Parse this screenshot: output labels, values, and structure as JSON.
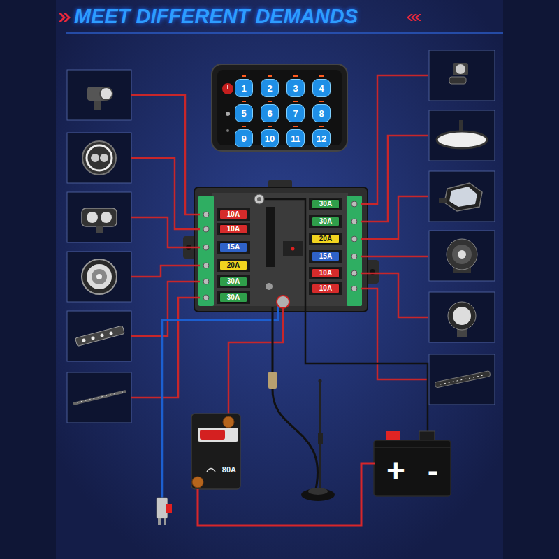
{
  "diagram": {
    "title": "MEET DIFFERENT DEMANDS",
    "nodes": [
      {
        "text": [
          "1"
        ]
      },
      {
        "text": [
          "2"
        ]
      },
      {
        "text": [
          "3"
        ]
      },
      {
        "text": [
          "4"
        ]
      },
      {
        "text": [
          "5"
        ]
      },
      {
        "text": [
          "6"
        ]
      },
      {
        "text": [
          "7"
        ]
      },
      {
        "text": [
          "8"
        ]
      },
      {
        "text": [
          "9"
        ]
      },
      {
        "text": [
          "10"
        ]
      },
      {
        "text": [
          "11"
        ]
      },
      {
        "text": [
          "12"
        ]
      },
      {
        "text": [
          "10A"
        ]
      },
      {
        "text": [
          "10A"
        ]
      },
      {
        "text": [
          "15A"
        ]
      },
      {
        "text": [
          "20A"
        ]
      },
      {
        "text": [
          "30A"
        ]
      },
      {
        "text": [
          "30A"
        ]
      },
      {
        "text": [
          "30A"
        ]
      },
      {
        "text": [
          "30A"
        ]
      },
      {
        "text": [
          "20A"
        ]
      },
      {
        "text": [
          "15A"
        ]
      },
      {
        "text": [
          "10A"
        ]
      },
      {
        "text": [
          "10A"
        ]
      },
      {
        "text": [
          "80A"
        ]
      },
      {
        "text": [
          "+",
          "-"
        ]
      }
    ],
    "edges": [
      {
        "from": 25,
        "to": 24,
        "arrow": "none"
      }
    ]
  }
}
